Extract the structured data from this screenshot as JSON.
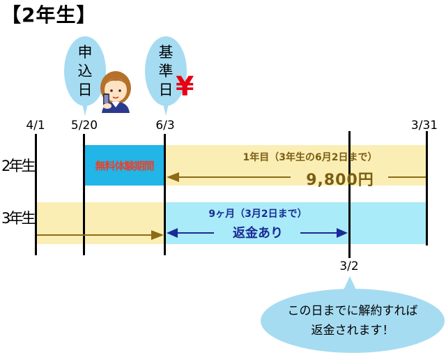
{
  "title": "【2年生】",
  "bubbles": {
    "apply": [
      "申",
      "込",
      "日"
    ],
    "base": [
      "基",
      "準",
      "日"
    ]
  },
  "yen_symbol": "¥",
  "dates": {
    "d1": "4/1",
    "d2": "5/20",
    "d3": "6/3",
    "d4": "3/31",
    "d5": "3/2"
  },
  "rows": {
    "year2": "2年生",
    "year3": "3年生"
  },
  "trial_label": "無料体験期間",
  "year1_period": "1年目（3年生の6月2日まで）",
  "fee": "9,800円",
  "refund_period": "9ヶ月（3月2日まで）",
  "refund_label": "返金あり",
  "note": [
    "この日までに解約すれば",
    "返金されます！"
  ],
  "colors": {
    "bubble": "#a6dcf2",
    "trial": "#21b5e8",
    "trial_text": "#e8412c",
    "year1": "#fbeeb4",
    "refund": "#a9ebf8",
    "brown_arrow": "#8c6b17",
    "navy_arrow": "#1a2a96",
    "yen": "#e60012"
  },
  "icons": [
    "person-with-phone-icon",
    "yen-icon",
    "arrow-left-icon",
    "arrow-right-icon",
    "double-arrow-icon"
  ]
}
